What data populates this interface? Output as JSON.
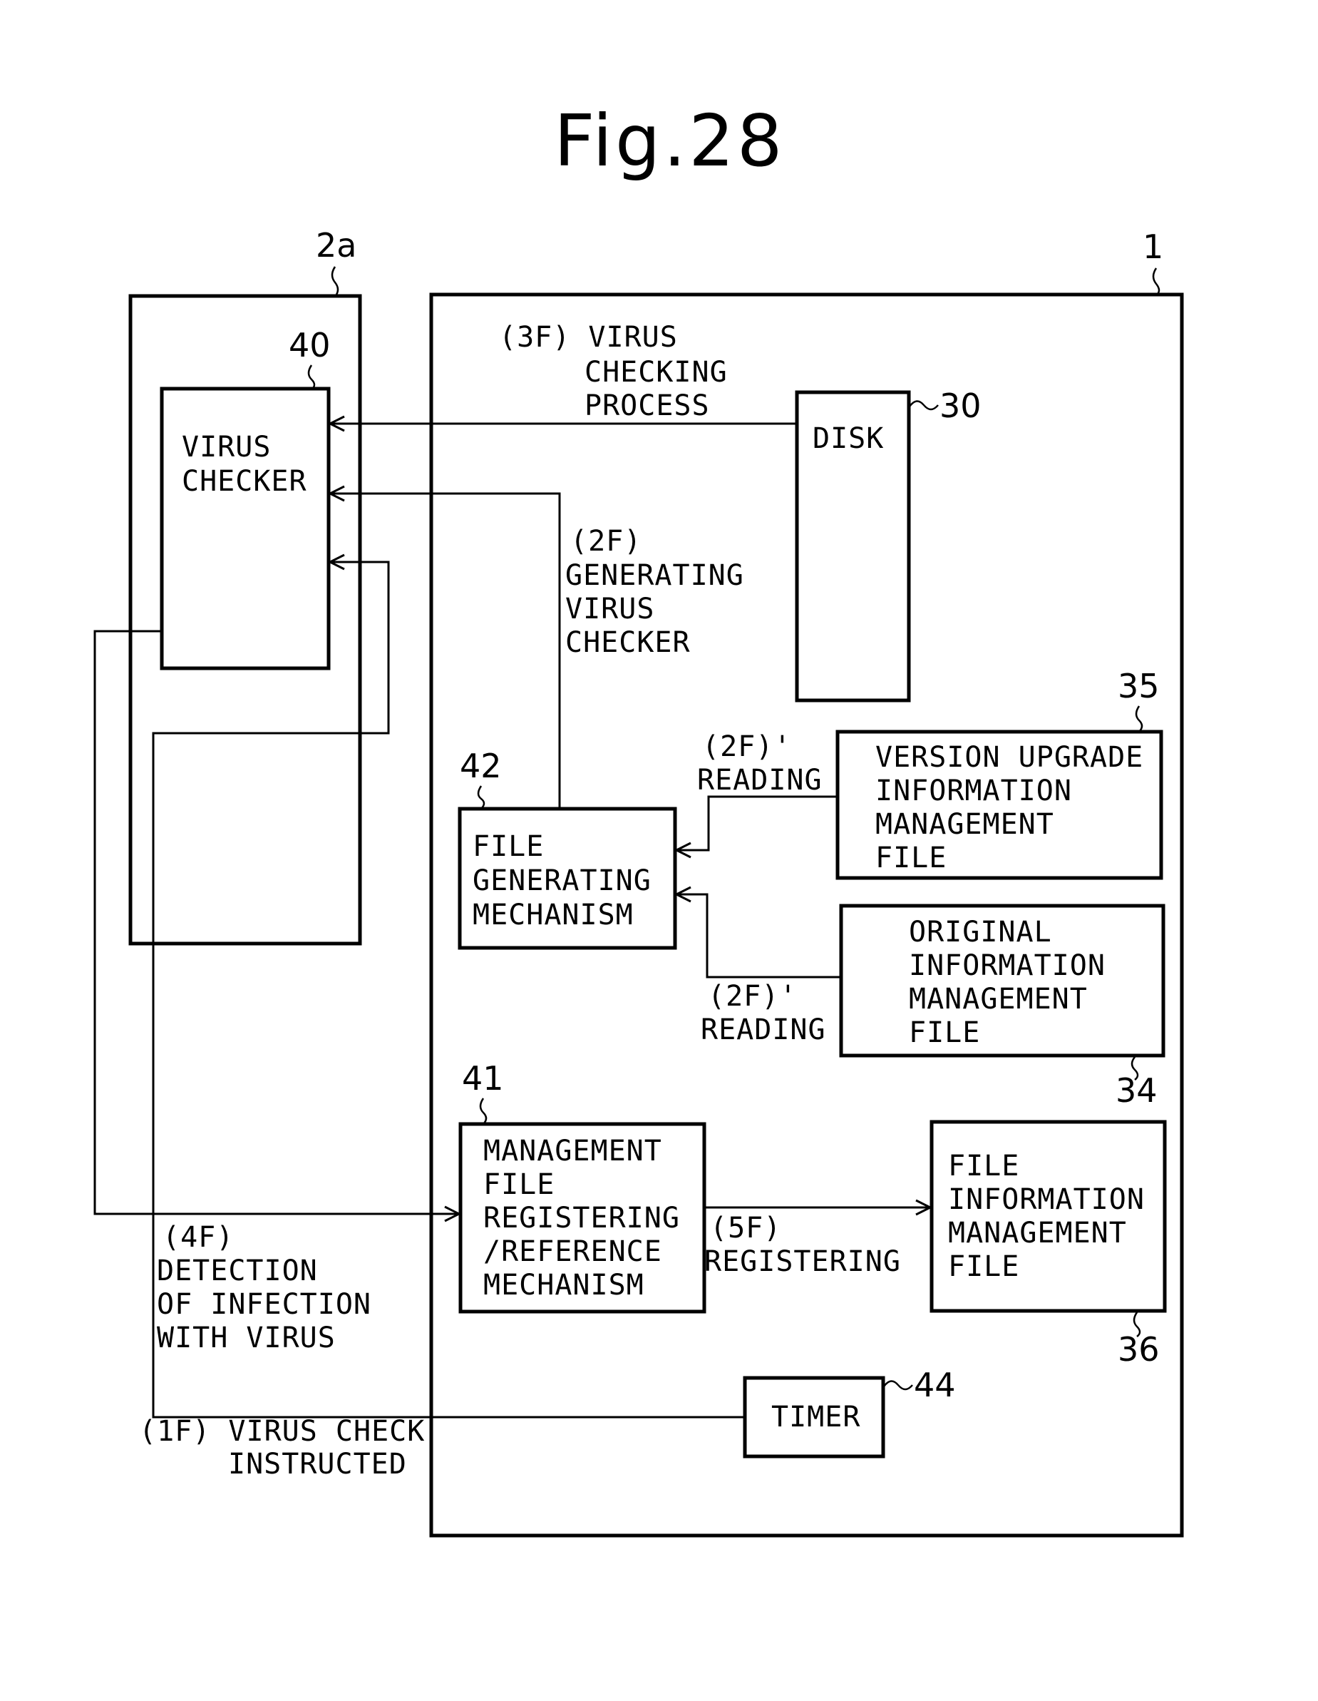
{
  "figure_title": "Fig.28",
  "refs": {
    "terminal": "2a",
    "server": "1",
    "virus_checker": "40",
    "disk": "30",
    "version_file": "35",
    "file_gen": "42",
    "original_file": "34",
    "registering": "41",
    "file_info": "36",
    "timer": "44"
  },
  "boxes": {
    "virus_checker": [
      "VIRUS",
      "CHECKER"
    ],
    "disk": [
      "DISK"
    ],
    "file_gen": [
      "FILE",
      "GENERATING",
      "MECHANISM"
    ],
    "version_file": [
      "VERSION UPGRADE",
      "INFORMATION",
      "MANAGEMENT",
      "FILE"
    ],
    "original_file": [
      "ORIGINAL",
      "INFORMATION",
      "MANAGEMENT",
      "FILE"
    ],
    "registering": [
      "MANAGEMENT",
      "FILE",
      "REGISTERING",
      "/REFERENCE",
      "MECHANISM"
    ],
    "file_info": [
      "FILE",
      "INFORMATION",
      "MANAGEMENT",
      "FILE"
    ],
    "timer": [
      "TIMER"
    ]
  },
  "steps": {
    "s3f": [
      "(3F)  VIRUS",
      "CHECKING",
      "PROCESS"
    ],
    "s2f": [
      "(2F)",
      "GENERATING",
      "VIRUS",
      "CHECKER"
    ],
    "s2f_reading_top": [
      "(2F)'",
      "READING"
    ],
    "s2f_reading_bottom": [
      "(2F)'",
      "READING"
    ],
    "s4f": [
      "(4F)",
      "DETECTION",
      "OF  INFECTION",
      "WITH VIRUS"
    ],
    "s5f": [
      "(5F)",
      "REGISTERING"
    ],
    "s1f": [
      "(1F)  VIRUS CHECK",
      "INSTRUCTED"
    ]
  }
}
